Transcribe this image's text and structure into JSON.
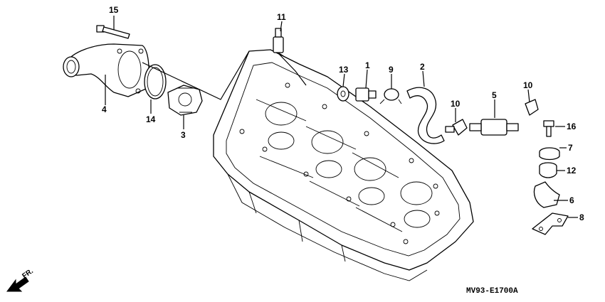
{
  "diagram": {
    "callouts": [
      "1",
      "2",
      "3",
      "4",
      "5",
      "6",
      "7",
      "8",
      "9",
      "10",
      "10",
      "11",
      "12",
      "13",
      "14",
      "15",
      "16"
    ],
    "direction_label": "FR.",
    "diagram_code": "MV93-E1700A"
  }
}
